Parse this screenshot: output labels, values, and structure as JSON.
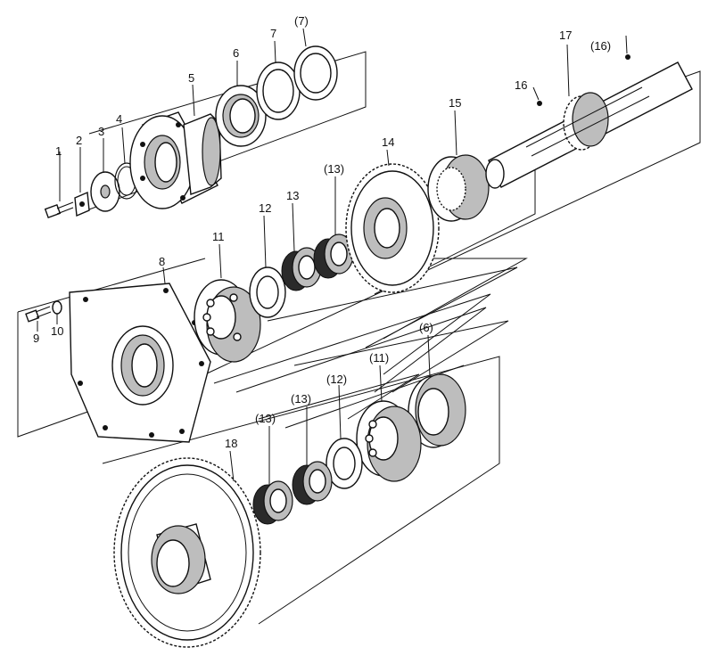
{
  "labels": {
    "p1": "1",
    "p2": "2",
    "p3": "3",
    "p4": "4",
    "p5": "5",
    "p6": "6",
    "p7": "7",
    "p7b": "(7)",
    "p8": "8",
    "p9": "9",
    "p10": "10",
    "p11": "11",
    "p11b": "(11)",
    "p12": "12",
    "p12b": "(12)",
    "p13": "13",
    "p13b": "(13)",
    "p13c": "(13)",
    "p13d": "(13)",
    "p14": "14",
    "p15": "15",
    "p16": "16",
    "p16b": "(16)",
    "p17": "17",
    "p18": "18",
    "p6b": "(6)"
  }
}
